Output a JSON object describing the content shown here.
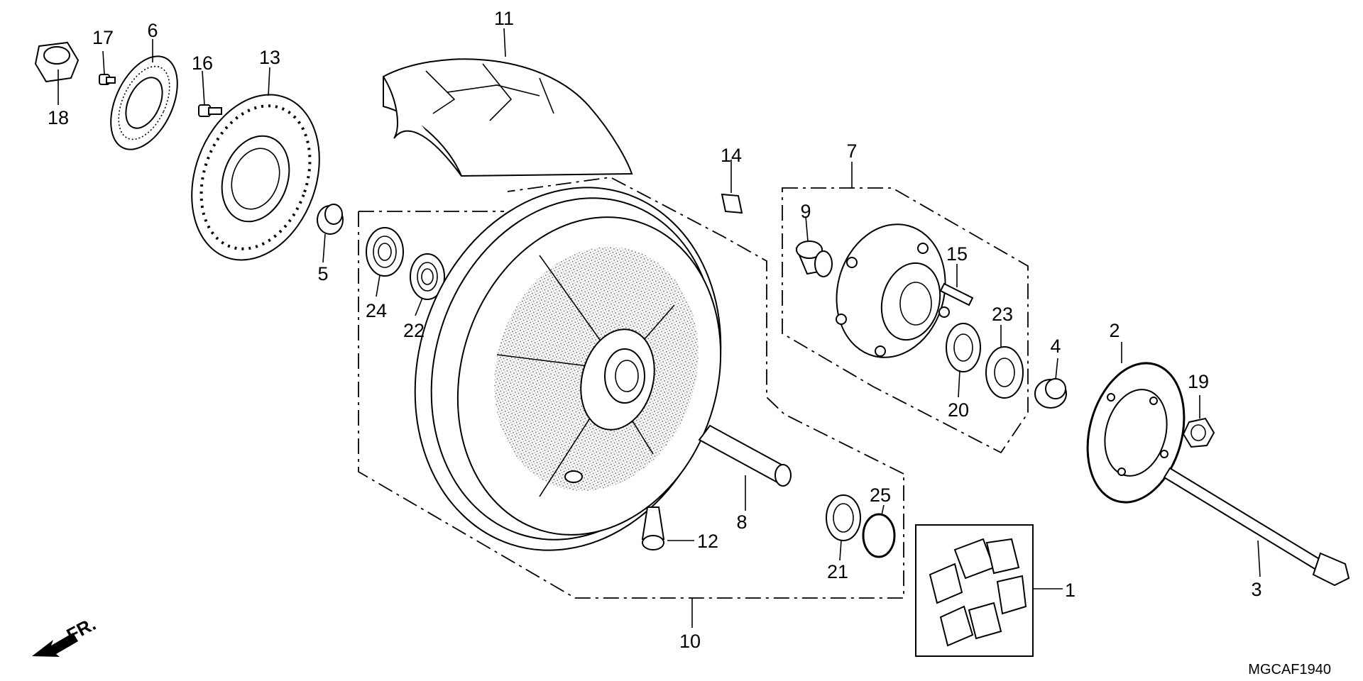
{
  "diagram": {
    "drawing_code": "MGCAF1940",
    "direction_mark": "FR.",
    "callouts": [
      {
        "id": "c1",
        "text": "1"
      },
      {
        "id": "c2",
        "text": "2"
      },
      {
        "id": "c3",
        "text": "3"
      },
      {
        "id": "c4",
        "text": "4"
      },
      {
        "id": "c5",
        "text": "5"
      },
      {
        "id": "c6",
        "text": "6"
      },
      {
        "id": "c7",
        "text": "7"
      },
      {
        "id": "c8",
        "text": "8"
      },
      {
        "id": "c9",
        "text": "9"
      },
      {
        "id": "c10",
        "text": "10"
      },
      {
        "id": "c11",
        "text": "11"
      },
      {
        "id": "c12",
        "text": "12"
      },
      {
        "id": "c13",
        "text": "13"
      },
      {
        "id": "c14",
        "text": "14"
      },
      {
        "id": "c15",
        "text": "15"
      },
      {
        "id": "c16",
        "text": "16"
      },
      {
        "id": "c17",
        "text": "17"
      },
      {
        "id": "c18",
        "text": "18"
      },
      {
        "id": "c19",
        "text": "19"
      },
      {
        "id": "c20",
        "text": "20"
      },
      {
        "id": "c21",
        "text": "21"
      },
      {
        "id": "c22",
        "text": "22"
      },
      {
        "id": "c23",
        "text": "23"
      },
      {
        "id": "c24",
        "text": "24"
      },
      {
        "id": "c25",
        "text": "25"
      }
    ]
  }
}
